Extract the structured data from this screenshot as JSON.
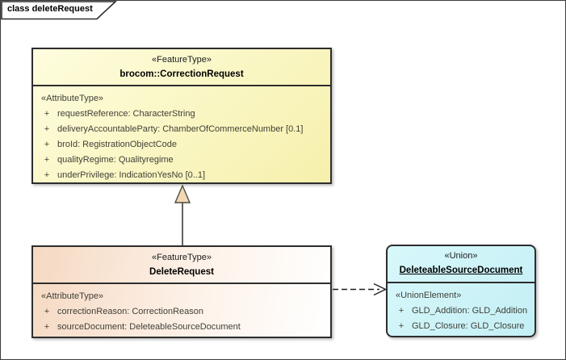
{
  "frame": {
    "label": "class deleteRequest"
  },
  "colors": {
    "frame_border": "#3c3c3c",
    "box_border": "#2d2d2d",
    "yellow_top": "#fefdde",
    "yellow_bottom": "#f6f0ac",
    "peach": "#f5d9c2",
    "cyan_light": "#d8f8fb",
    "cyan": "#c3eff5",
    "triangle_fill": "#f2d9b3",
    "attr_text": "#403f37"
  },
  "classes": [
    {
      "stereotype": "«FeatureType»",
      "name": "brocom::CorrectionRequest",
      "section_stereotype": "«AttributeType»",
      "attributes": [
        {
          "visibility": "+",
          "text": "requestReference: CharacterString"
        },
        {
          "visibility": "+",
          "text": "deliveryAccountableParty: ChamberOfCommerceNumber [0.1]"
        },
        {
          "visibility": "+",
          "text": "broId: RegistrationObjectCode"
        },
        {
          "visibility": "+",
          "text": "qualityRegime: Qualityregime"
        },
        {
          "visibility": "+",
          "text": "underPrivilege: IndicationYesNo [0..1]"
        }
      ]
    },
    {
      "stereotype": "«FeatureType»",
      "name": "DeleteRequest",
      "section_stereotype": "«AttributeType»",
      "attributes": [
        {
          "visibility": "+",
          "text": "correctionReason: CorrectionReason"
        },
        {
          "visibility": "+",
          "text": "sourceDocument: DeleteableSourceDocument"
        }
      ]
    },
    {
      "stereotype": "«Union»",
      "name": "DeleteableSourceDocument",
      "section_stereotype": "«UnionElement»",
      "attributes": [
        {
          "visibility": "+",
          "text": "GLD_Addition: GLD_Addition"
        },
        {
          "visibility": "+",
          "text": "GLD_Closure: GLD_Closure"
        }
      ]
    }
  ],
  "connectors": [
    {
      "type": "generalization",
      "from": "DeleteRequest",
      "to": "brocom::CorrectionRequest"
    },
    {
      "type": "dependency",
      "from": "DeleteRequest",
      "to": "DeleteableSourceDocument"
    }
  ]
}
